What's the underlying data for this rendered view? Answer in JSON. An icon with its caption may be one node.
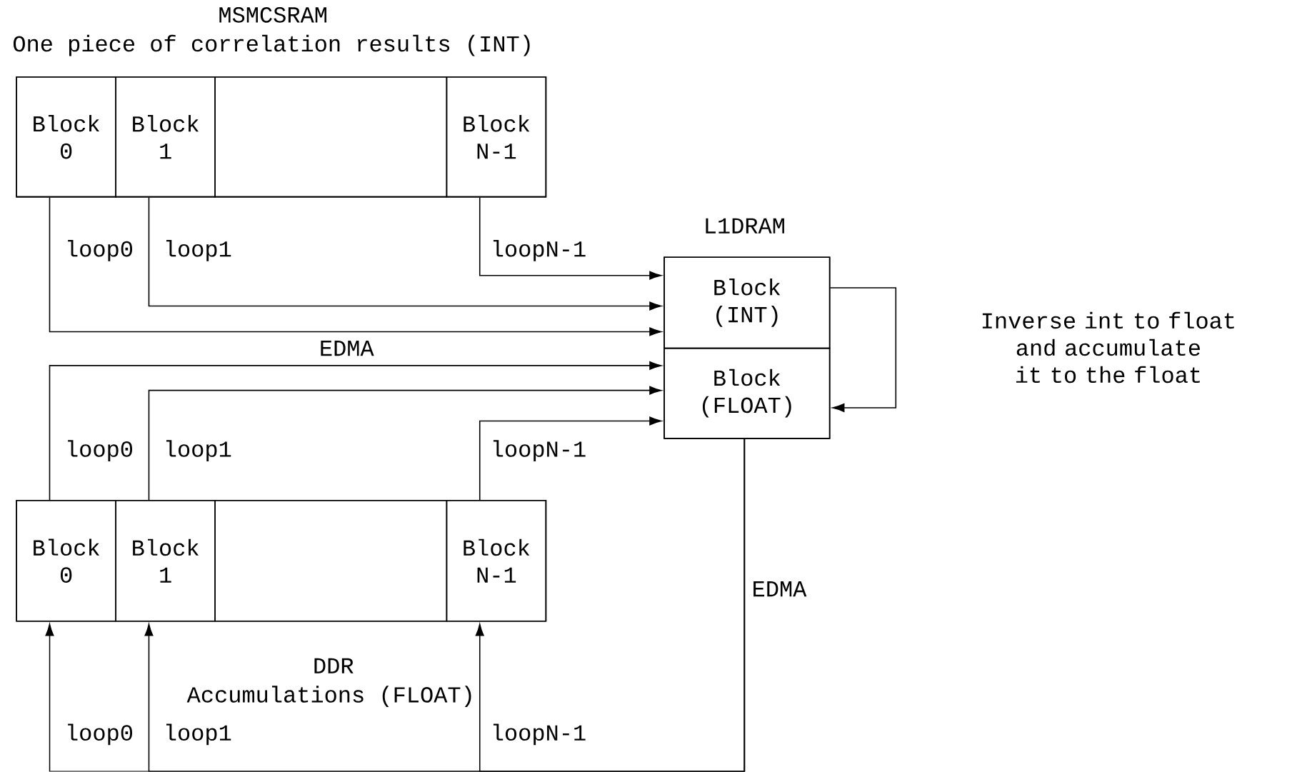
{
  "diagram": {
    "nodes": [
      {
        "text": [
          "MSMCSRAM",
          "One piece of correlation results (INT)"
        ]
      },
      {
        "text": [
          "Block 0"
        ],
        "in": 0
      },
      {
        "text": [
          "Block 1"
        ],
        "in": 0
      },
      {
        "text": [],
        "shape": "box",
        "in": 0
      },
      {
        "text": [
          "Block N-1"
        ],
        "in": 0
      },
      {
        "text": [
          "L1DRAM"
        ]
      },
      {
        "text": [
          "Block (INT)"
        ],
        "in": 5
      },
      {
        "text": [
          "Block (FLOAT)"
        ],
        "in": 5
      },
      {
        "text": [
          "DDR",
          "Accumulations (FLOAT)"
        ]
      },
      {
        "text": [
          "Block 0"
        ],
        "in": 8
      },
      {
        "text": [
          "Block 1"
        ],
        "in": 8
      },
      {
        "text": [],
        "shape": "box",
        "in": 8
      },
      {
        "text": [
          "Block N-1"
        ],
        "in": 8
      }
    ],
    "edges": [
      {
        "from": 1,
        "to": 6,
        "arrow": "to",
        "label": "loop0"
      },
      {
        "from": 2,
        "to": 6,
        "arrow": "to",
        "label": "loop1"
      },
      {
        "from": 4,
        "to": 6,
        "arrow": "to",
        "label": "loopN-1"
      },
      {
        "from": 9,
        "to": 7,
        "arrow": "to",
        "label": "loop0"
      },
      {
        "from": 10,
        "to": 7,
        "arrow": "to",
        "label": "loop1"
      },
      {
        "from": 12,
        "to": 7,
        "arrow": "to",
        "label": "loopN-1"
      },
      {
        "from": 6,
        "to": 7,
        "arrow": "to",
        "label": "Inverse int to float and accumulate it to the float"
      },
      {
        "from": 7,
        "to": 9,
        "arrow": "to",
        "label": "loop0"
      },
      {
        "from": 7,
        "to": 10,
        "arrow": "to",
        "label": "loop1"
      },
      {
        "from": 7,
        "to": 12,
        "arrow": "to",
        "label": "loopN-1"
      }
    ],
    "labels": [
      "EDMA",
      "EDMA"
    ]
  }
}
